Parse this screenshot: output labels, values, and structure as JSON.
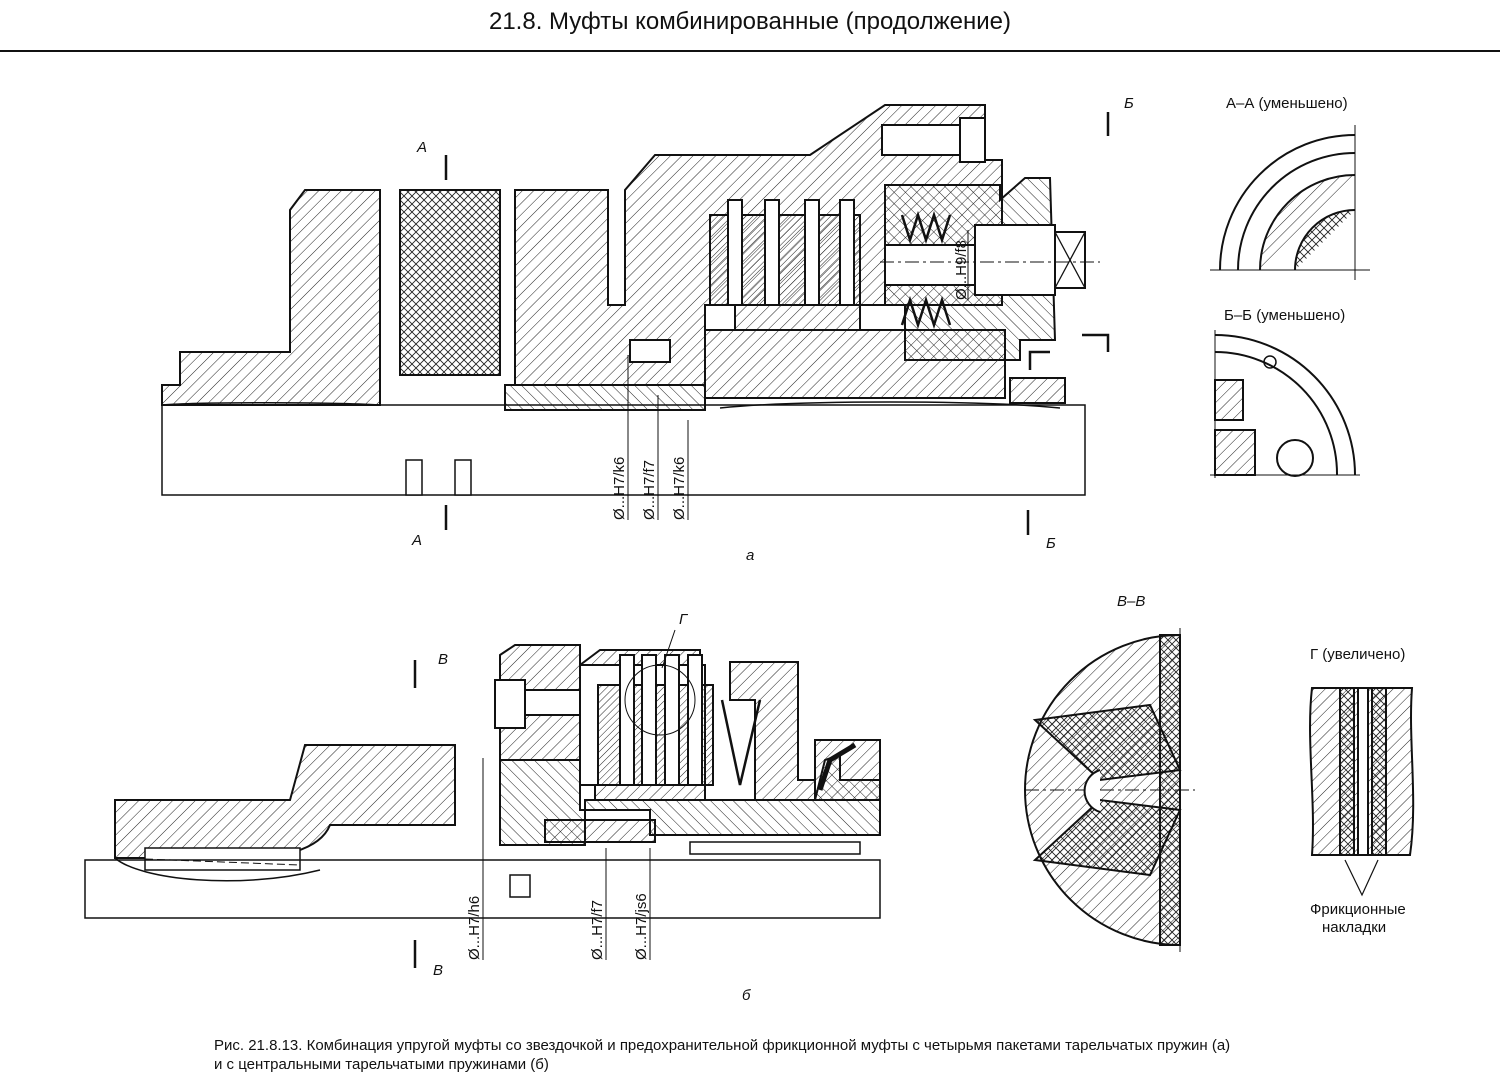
{
  "header": {
    "title": "21.8. Муфты комбинированные (продолжение)"
  },
  "figure_a": {
    "label": "а",
    "section_a_top": "А",
    "section_a_bottom": "А",
    "section_b_top": "Б",
    "section_b_bottom": "Б",
    "fit_1": "Ø...H7/k6",
    "fit_2": "Ø...H7/f7",
    "fit_3": "Ø...H7/k6",
    "fit_4": "Ø...H9/f8",
    "view_aa": "А–А (уменьшено)",
    "view_bb": "Б–Б (уменьшено)"
  },
  "figure_b": {
    "label": "б",
    "section_v_top": "В",
    "section_v_bottom": "В",
    "detail_mark": "Г",
    "fit_1": "Ø...H7/h6",
    "fit_2": "Ø...H7/f7",
    "fit_3": "Ø...H7/js6",
    "view_vv": "В–В",
    "view_g": "Г (увеличено)",
    "friction_label_1": "Фрикционные",
    "friction_label_2": "накладки"
  },
  "caption": {
    "line1": "Рис. 21.8.13. Комбинация упругой муфты со звездочкой и предохранительной фрикционной муфты с четырьмя пакетами тарельчатых пружин (а)",
    "line2": "и с центральными тарельчатыми пружинами (б)"
  }
}
